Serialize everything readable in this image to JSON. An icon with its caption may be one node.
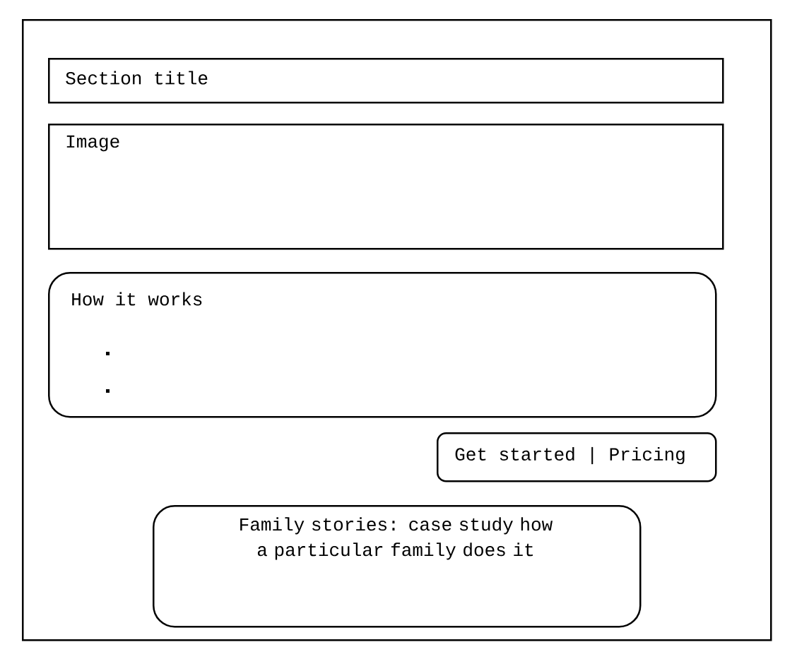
{
  "diagram": {
    "nodes": [
      {
        "text": [],
        "shape": "box"
      },
      {
        "text": [
          "Section title"
        ],
        "in": 0
      },
      {
        "text": [
          "Image"
        ],
        "in": 0
      },
      {
        "text": [
          "How it works"
        ],
        "in": 0
      },
      {
        "text": [
          "Get started | Pricing"
        ],
        "in": 0
      },
      {
        "text": [
          "Family stories: case study how a particular family does it"
        ],
        "in": 0
      }
    ]
  }
}
